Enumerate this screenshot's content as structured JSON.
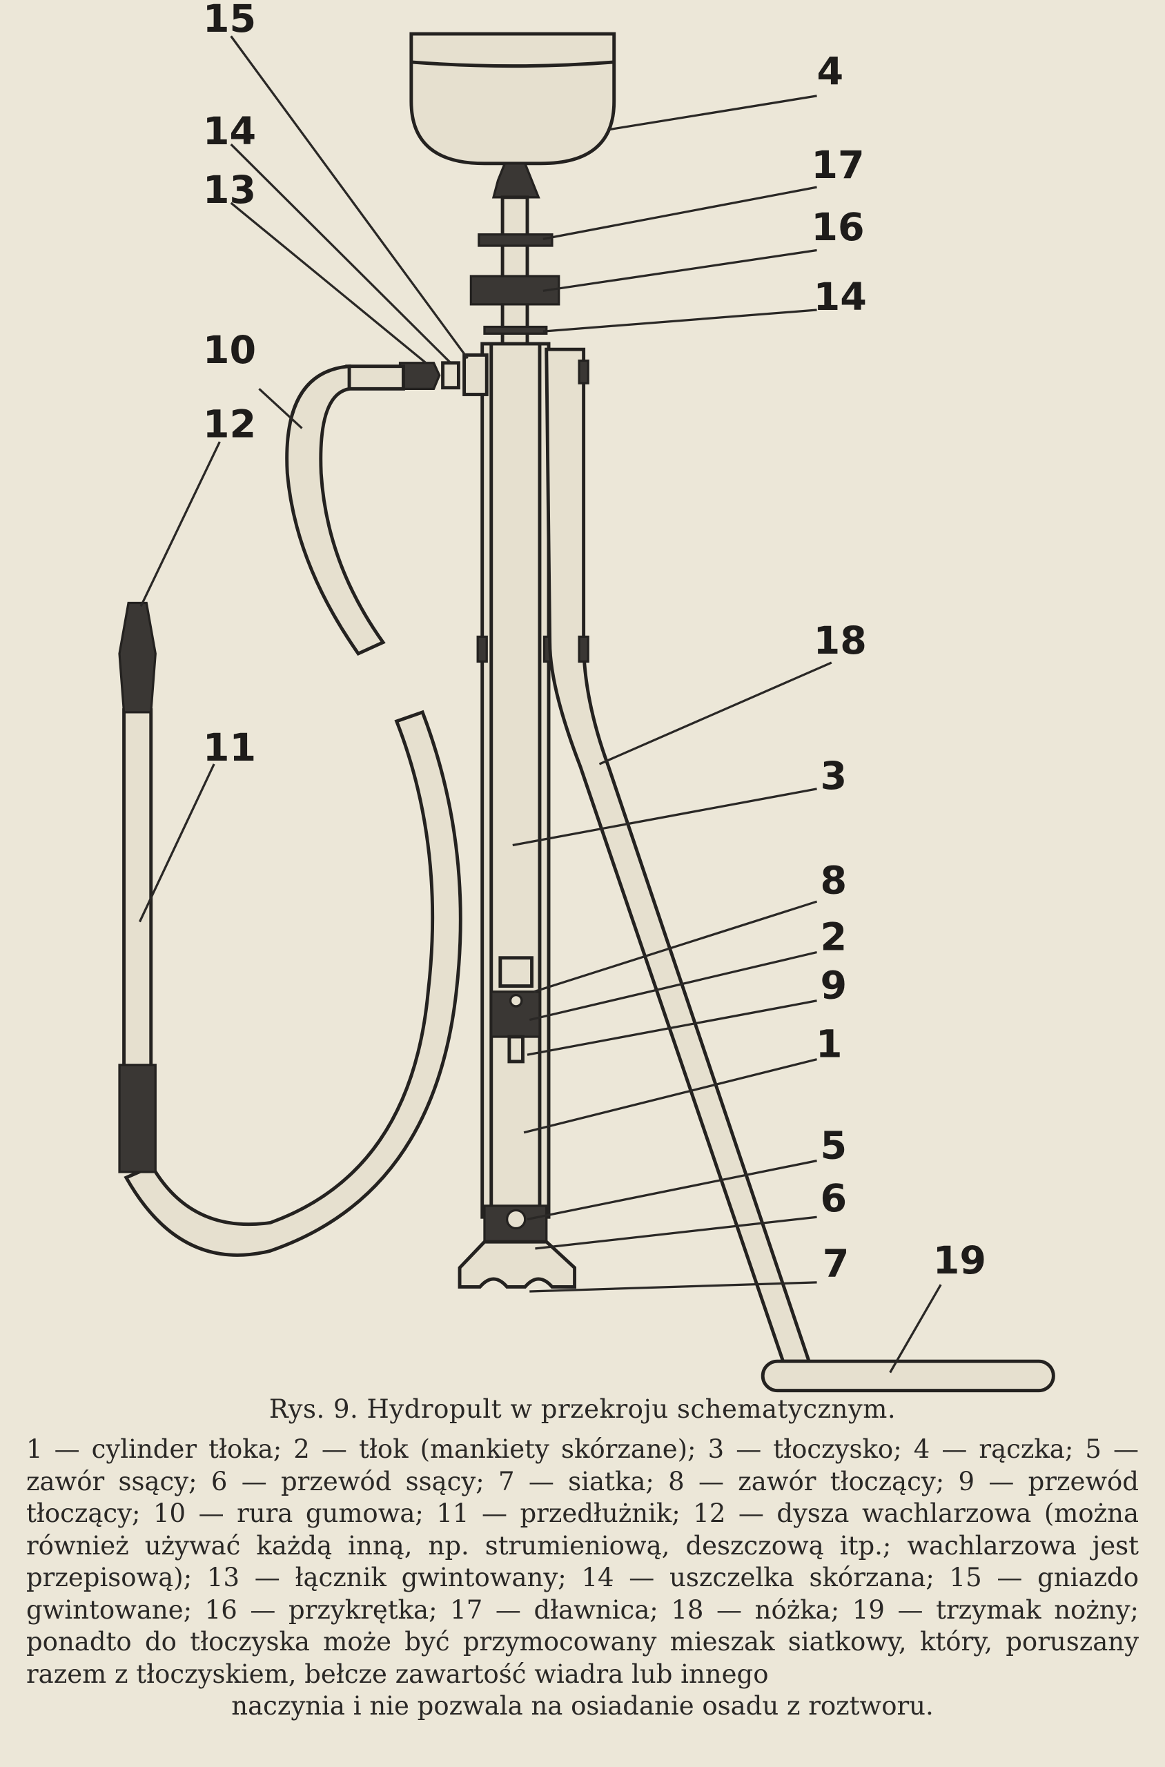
{
  "labels": {
    "l15": "15",
    "l14a": "14",
    "l13": "13",
    "l10": "10",
    "l12": "12",
    "l11": "11",
    "l4": "4",
    "l17": "17",
    "l16": "16",
    "l14b": "14",
    "l18": "18",
    "l3": "3",
    "l8": "8",
    "l2": "2",
    "l9": "9",
    "l1": "1",
    "l5": "5",
    "l6": "6",
    "l7": "7",
    "l19": "19"
  },
  "caption": {
    "title": "Rys. 9.  Hydropult w przekroju schematycznym.",
    "legend": "1 — cylinder tłoka; 2 — tłok (mankiety skórzane); 3 — tłoczysko; 4 — rączka; 5 — zawór ssący; 6 — przewód ssący; 7 — siatka; 8 — zawór tłoczący; 9 — przewód tłoczący; 10 — rura gumowa; 11 — przedłużnik; 12 — dysza wachlarzowa (można również używać każdą inną, np. strumieniową, deszczową itp.; wachlarzowa jest przepisową); 13 — łącznik gwintowany; 14 — uszczelka skórzana; 15 — gniazdo gwintowane; 16 — przykrętka; 17 — dławnica; 18 — nóżka; 19 — trzymak nożny; ponadto do tłoczyska może być przymocowany mieszak siatkowy, który, poruszany razem z tłoczyskiem, bełcze zawartość wiadra lub innego",
    "legend_last": "naczynia i nie pozwala na osiadanie osadu z roztworu."
  }
}
